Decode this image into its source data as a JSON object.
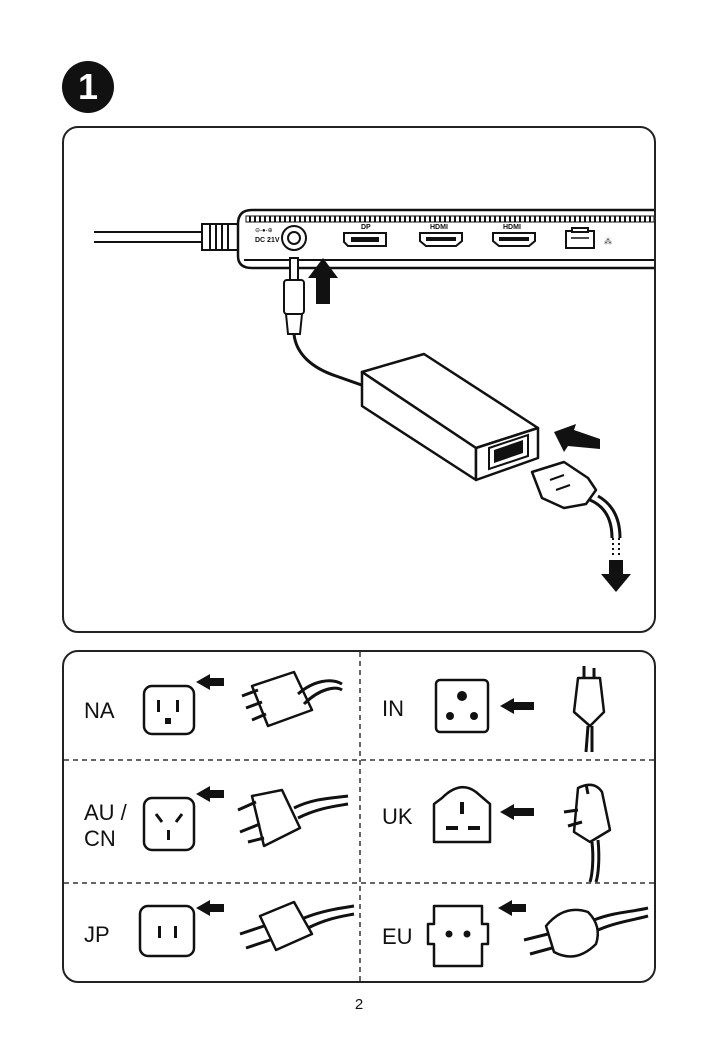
{
  "step": {
    "number": "1"
  },
  "hub_ports": {
    "dc_label": "DC 21V",
    "dp_label": "DP",
    "hdmi1_label": "HDMI",
    "hdmi2_label": "HDMI"
  },
  "regions": [
    {
      "id": "na",
      "label": "NA"
    },
    {
      "id": "in",
      "label": "IN"
    },
    {
      "id": "au_cn",
      "label_line1": "AU /",
      "label_line2": "CN"
    },
    {
      "id": "uk",
      "label": "UK"
    },
    {
      "id": "jp",
      "label": "JP"
    },
    {
      "id": "eu",
      "label": "EU"
    }
  ],
  "page": {
    "number": "2"
  },
  "icons": [
    "arrow-up-icon",
    "arrow-left-icon",
    "arrow-down-icon",
    "ethernet-port-icon",
    "outlet-icon",
    "plug-icon"
  ]
}
